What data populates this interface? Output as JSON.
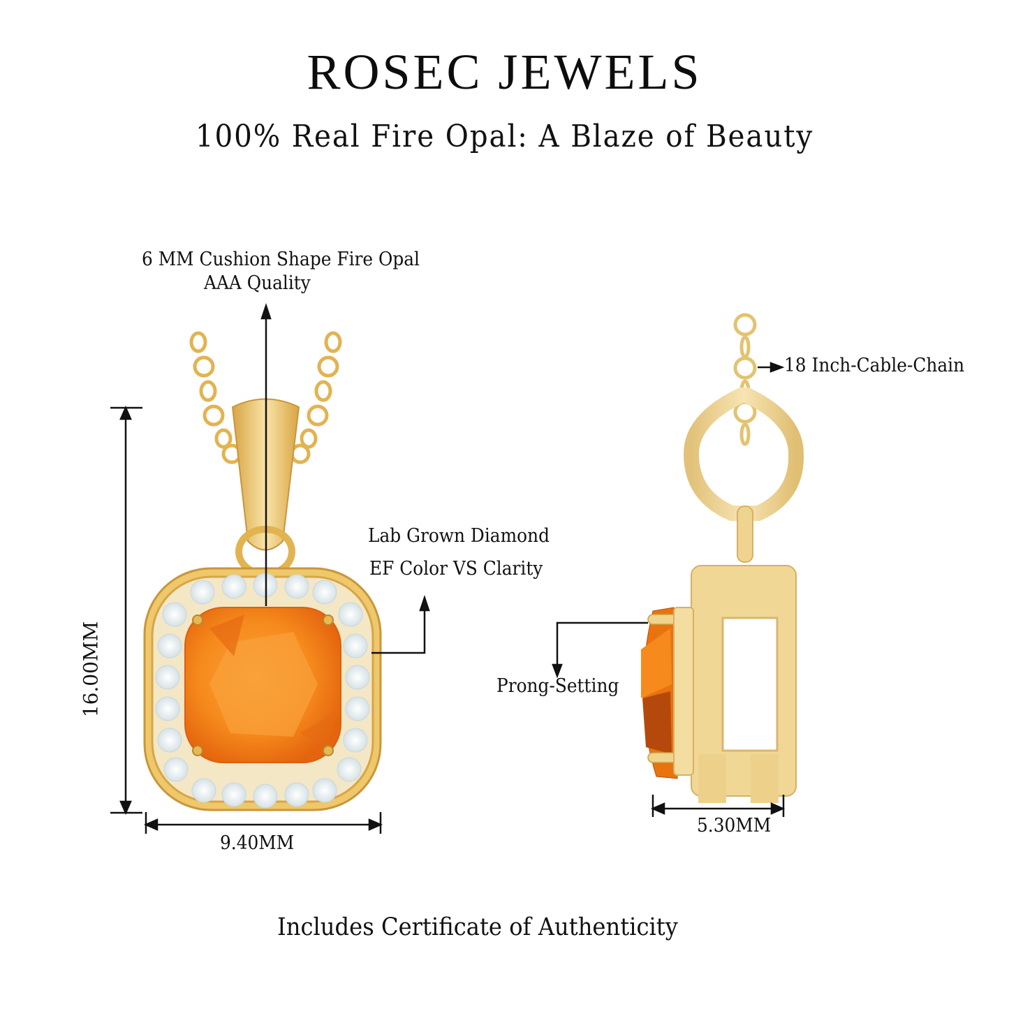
{
  "header": {
    "brand": "ROSEC JEWELS",
    "tagline": "100% Real Fire Opal: A Blaze of Beauty"
  },
  "front_view": {
    "callouts": {
      "center_stone_line1": "6 MM Cushion Shape Fire Opal",
      "center_stone_line2": "AAA Quality",
      "halo_line1": "Lab Grown Diamond",
      "halo_line2": "EF Color VS Clarity"
    },
    "dimensions": {
      "height": "16.00MM",
      "width": "9.40MM"
    }
  },
  "side_view": {
    "callouts": {
      "chain": "18 Inch-Cable-Chain",
      "setting": "Prong-Setting"
    },
    "dimensions": {
      "depth": "5.30MM"
    }
  },
  "footer": {
    "note": "Includes Certificate of Authenticity"
  },
  "colors": {
    "gold": "#E8BE5A",
    "gold_light": "#F6DE9A",
    "gold_dark": "#C9963A",
    "opal": "#F7931E",
    "opal_dark": "#E0620F",
    "diamond": "#EEF3F5",
    "line": "#111111"
  }
}
